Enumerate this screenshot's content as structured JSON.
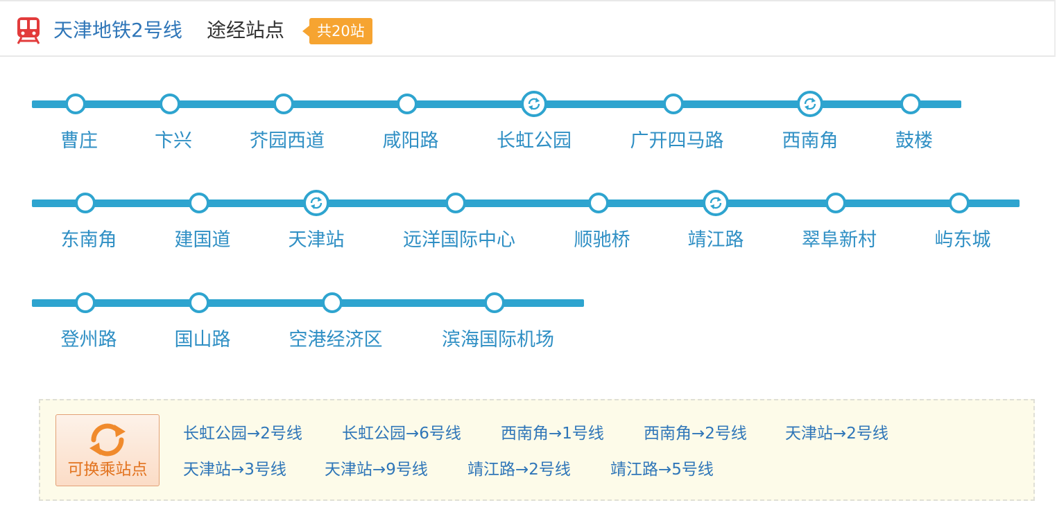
{
  "header": {
    "line_name": "天津地铁2号线",
    "route_label": "途经站点",
    "station_count": "共20站"
  },
  "colors": {
    "line": "#2ea4cf",
    "accent": "#f6a431",
    "link": "#2f76b8",
    "icon_red": "#e23b3b"
  },
  "stations": [
    {
      "name": "曹庄",
      "transfer": false
    },
    {
      "name": "卞兴",
      "transfer": false
    },
    {
      "name": "芥园西道",
      "transfer": false
    },
    {
      "name": "咸阳路",
      "transfer": false
    },
    {
      "name": "长虹公园",
      "transfer": true
    },
    {
      "name": "广开四马路",
      "transfer": false
    },
    {
      "name": "西南角",
      "transfer": true
    },
    {
      "name": "鼓楼",
      "transfer": false
    },
    {
      "name": "东南角",
      "transfer": false
    },
    {
      "name": "建国道",
      "transfer": false
    },
    {
      "name": "天津站",
      "transfer": true
    },
    {
      "name": "远洋国际中心",
      "transfer": false
    },
    {
      "name": "顺驰桥",
      "transfer": false
    },
    {
      "name": "靖江路",
      "transfer": true
    },
    {
      "name": "翠阜新村",
      "transfer": false
    },
    {
      "name": "屿东城",
      "transfer": false
    },
    {
      "name": "登州路",
      "transfer": false
    },
    {
      "name": "国山路",
      "transfer": false
    },
    {
      "name": "空港经济区",
      "transfer": false
    },
    {
      "name": "滨海国际机场",
      "transfer": false
    }
  ],
  "transfer_panel": {
    "button_label": "可换乘站点",
    "links": [
      "长虹公园→2号线",
      "长虹公园→6号线",
      "西南角→1号线",
      "西南角→2号线",
      "天津站→2号线",
      "天津站→3号线",
      "天津站→9号线",
      "靖江路→2号线",
      "靖江路→5号线"
    ]
  },
  "icons": {
    "metro": "metro-train-icon",
    "transfer": "transfer-arrows-icon"
  }
}
